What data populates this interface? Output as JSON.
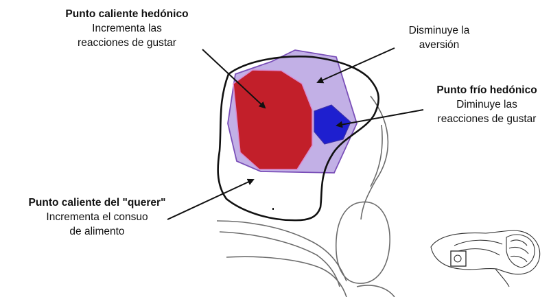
{
  "labels": {
    "hedonic_hotspot": {
      "title": "Punto caliente hedónico",
      "line1": "Incrementa las",
      "line2": "reacciones de gustar"
    },
    "aversion": {
      "line1": "Disminuye la",
      "line2": "aversión"
    },
    "hedonic_coldspot": {
      "title": "Punto frío hedónico",
      "line1": "Diminuye las",
      "line2": "reacciones de gustar"
    },
    "wanting_hotspot": {
      "title": "Punto caliente del \"querer\"",
      "line1": "Incrementa el consuo",
      "line2": "de alimento"
    }
  },
  "colors": {
    "hotspot_red": "#c21f2a",
    "coldspot_blue": "#1e1fcf",
    "aversion_lavender": "#c2b0e6",
    "outline_purple": "#7a4fb8",
    "outline_black": "#111111",
    "contour_gray": "#6b6b6b"
  }
}
